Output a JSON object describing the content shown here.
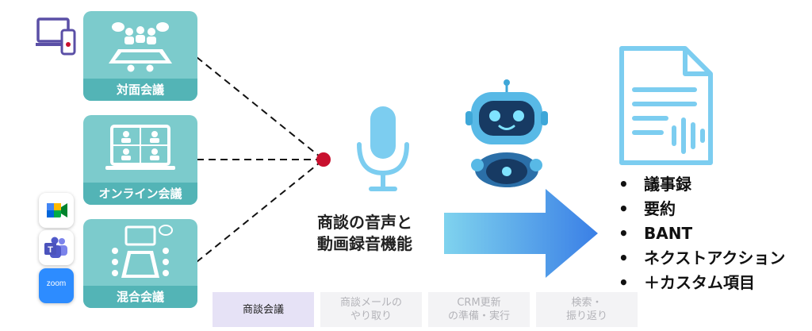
{
  "meetings": [
    {
      "label": "対面会議",
      "icon": "in-person-meeting-icon"
    },
    {
      "label": "オンライン会議",
      "icon": "video-conference-icon"
    },
    {
      "label": "混合会議",
      "icon": "hybrid-meeting-icon"
    }
  ],
  "apps": [
    "google-meet-icon",
    "microsoft-teams-icon",
    "zoom-icon"
  ],
  "zoom_label": "zoom",
  "audio_caption": [
    "商談の音声と",
    "動画録音機能"
  ],
  "outputs": [
    "議事録",
    "要約",
    "BANT",
    "ネクストアクション",
    "＋カスタム項目"
  ],
  "bullet_char": "•",
  "steps": [
    {
      "lines": [
        "商談会議"
      ],
      "active": true
    },
    {
      "lines": [
        "商談メールの",
        "やり取り"
      ],
      "active": false
    },
    {
      "lines": [
        "CRM更新",
        "の準備・実行"
      ],
      "active": false
    },
    {
      "lines": [
        "検索・",
        "振り返り"
      ],
      "active": false
    }
  ],
  "colors": {
    "teal": "#7ccbcc",
    "teal_dark": "#53b4b6",
    "blue": "#7ccdf0",
    "red_dot": "#c8102e",
    "step_active": "#e6e2f6"
  }
}
